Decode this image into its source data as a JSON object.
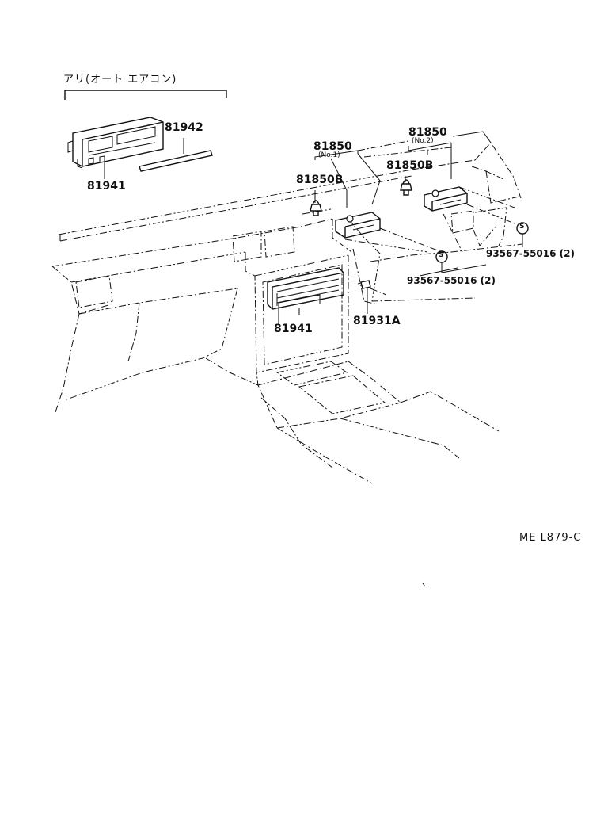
{
  "header": {
    "variant_note": "アリ(オート エアコン)"
  },
  "callouts": {
    "auto_ac_panel": "81941",
    "panel_strip": "81942",
    "lamp_assembly_top": "81850",
    "lamp_no1_tag": "(No.1)",
    "lamp_assembly_no2": "81850",
    "lamp_no2_tag": "(No.2)",
    "lamp_bulb_left": "81850B",
    "lamp_bulb_right": "81850B",
    "screw_left": "93567-55016 (2)",
    "screw_right": "93567-55016 (2)",
    "center_panel": "81941",
    "switch_small": "81931A"
  },
  "symbols": {
    "screw_symbol": "S"
  },
  "footer": {
    "drawing_ref": "ME  L879-C"
  }
}
